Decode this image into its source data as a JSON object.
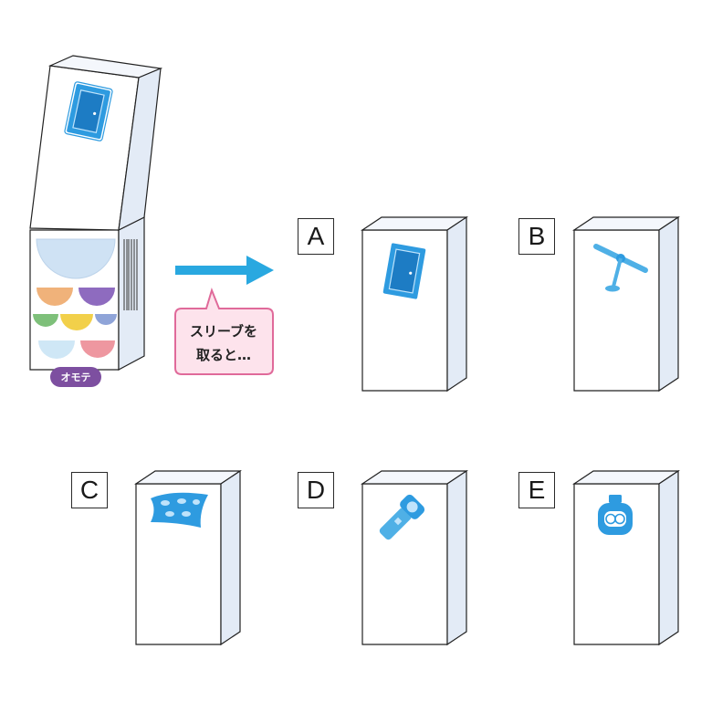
{
  "bubble": {
    "line1": "スリーブを",
    "line2": "取ると…"
  },
  "front_tag": "オモテ",
  "options": [
    {
      "label": "A",
      "icon": "door-icon"
    },
    {
      "label": "B",
      "icon": "propeller-icon"
    },
    {
      "label": "C",
      "icon": "patterned-cloth-icon"
    },
    {
      "label": "D",
      "icon": "flashlight-icon"
    },
    {
      "label": "E",
      "icon": "bottle-icon"
    }
  ],
  "colors": {
    "arrow": "#29a8e0",
    "icon_blue": "#2e9be0",
    "bubble_fill": "#fde3ec",
    "bubble_border": "#e06a9a",
    "tag": "#7d4fa0",
    "box_side": "#e3ebf6"
  }
}
